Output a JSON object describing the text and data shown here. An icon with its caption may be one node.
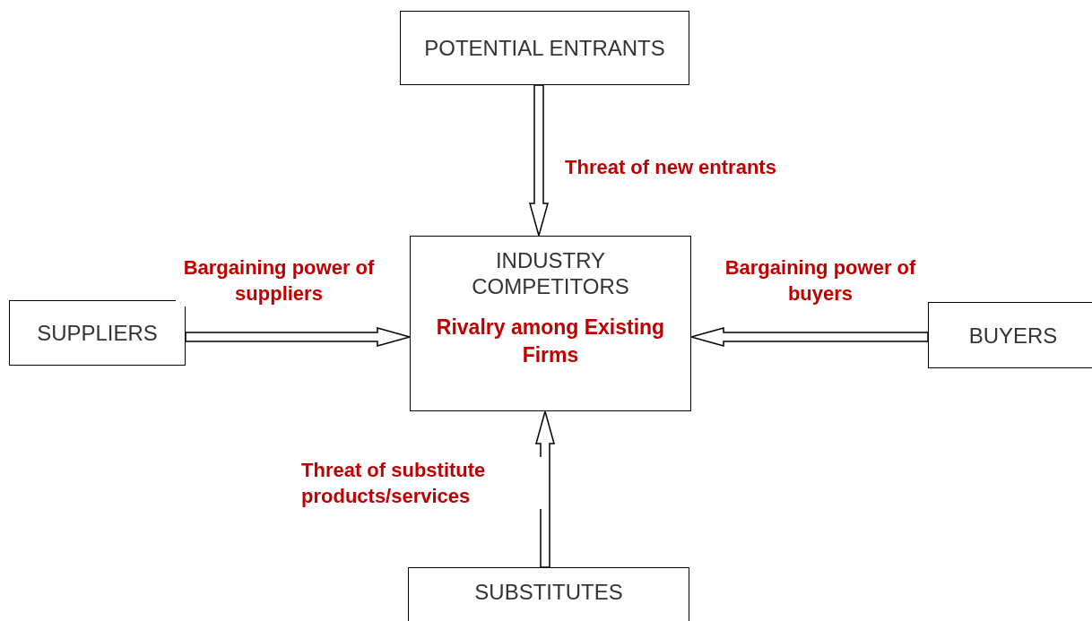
{
  "diagram": {
    "nodes": [
      {
        "text": [
          "POTENTIAL ENTRANTS"
        ]
      },
      {
        "text": [
          "INDUSTRY COMPETITORS",
          "Rivalry among Existing Firms"
        ]
      },
      {
        "text": [
          "SUPPLIERS"
        ]
      },
      {
        "text": [
          "BUYERS"
        ]
      },
      {
        "text": [
          "SUBSTITUTES"
        ]
      }
    ],
    "edges": [
      {
        "from": 0,
        "to": 1,
        "arrow": "to",
        "label": "Threat of new entrants"
      },
      {
        "from": 2,
        "to": 1,
        "arrow": "to",
        "label": "Bargaining power of suppliers"
      },
      {
        "from": 3,
        "to": 1,
        "arrow": "to",
        "label": "Bargaining power of buyers"
      },
      {
        "from": 4,
        "to": 1,
        "arrow": "to",
        "label": "Threat of substitute products/services"
      }
    ]
  }
}
